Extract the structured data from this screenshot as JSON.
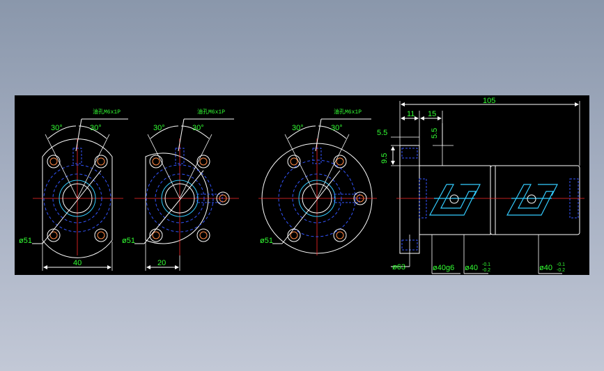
{
  "drawing": {
    "views": {
      "left": {
        "note": "油孔M6x1P",
        "angle_left": "30°",
        "angle_right": "30°",
        "diameter": "ø51",
        "width_dim": "40"
      },
      "middle": {
        "note": "油孔M6x1P",
        "angle_left": "30°",
        "angle_right": "30°",
        "diameter": "ø51",
        "width_dim": "20"
      },
      "right": {
        "note": "油孔M6x1P",
        "angle_left": "30°",
        "angle_right": "30°",
        "diameter": "ø51"
      }
    },
    "side": {
      "total_length": "105",
      "flange_width": "11",
      "offset": "15",
      "dim_a": "5.5",
      "dim_b": "5.5",
      "dim_c": "9.5",
      "flange_dia": "ø63",
      "fit_dia": "ø40g6",
      "body_dia_1": "ø40",
      "body_dia_1_tol_upper": "-0.1",
      "body_dia_1_tol_lower": "-0.2",
      "body_dia_2": "ø40",
      "body_dia_2_tol_upper": "-0.1",
      "body_dia_2_tol_lower": "-0.2"
    }
  }
}
